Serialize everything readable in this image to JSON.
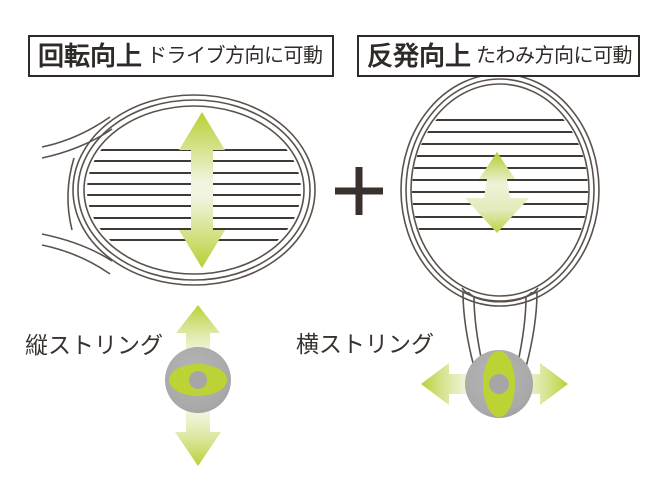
{
  "title_boxes": {
    "left": {
      "title": "回転向上",
      "subtitle": "ドライブ方向に可動"
    },
    "right": {
      "title": "反発向上",
      "subtitle": "たわみ方向に可動"
    }
  },
  "captions": {
    "vertical_string": "縦ストリング",
    "horizontal_string": "横ストリング"
  },
  "icons": {
    "plus": "+",
    "left_racket": "side-view-racket-with-horizontal-strings",
    "right_racket": "front-view-racket-with-cross-strings",
    "drive_arrow": "large-vertical-double-arrow",
    "flex_arrow": "small-vertical-double-arrow",
    "left_grommet": "grommet-ball-movable-vertically",
    "right_grommet": "grommet-ball-movable-horizontally"
  },
  "colors": {
    "accent_green": "#bdd234",
    "accent_green_pale": "#f1f4df",
    "grommet_gray": "#a6a6a6",
    "frame_line": "#5b524d",
    "string_line": "#403936",
    "text": "#2f2a27",
    "background": "#ffffff"
  }
}
